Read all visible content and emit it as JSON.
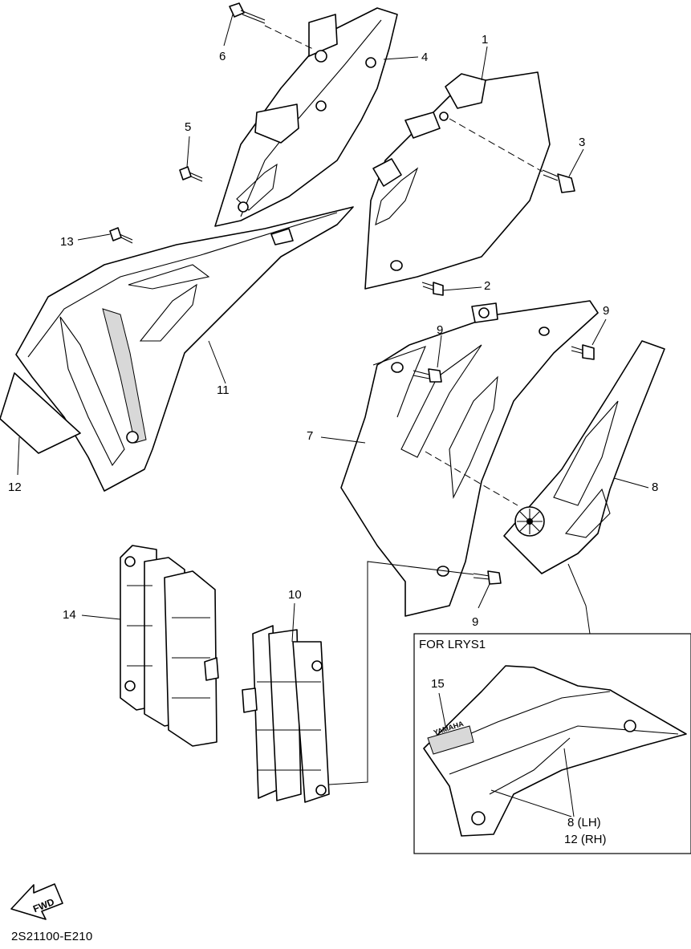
{
  "callouts": {
    "c1": "1",
    "c2": "2",
    "c3": "3",
    "c4": "4",
    "c5": "5",
    "c6": "6",
    "c7": "7",
    "c8": "8",
    "c9a": "9",
    "c9b": "9",
    "c9c": "9",
    "c10": "10",
    "c11": "11",
    "c12": "12",
    "c13": "13",
    "c14": "14"
  },
  "inset": {
    "title": "FOR LRYS1",
    "c15": "15",
    "c8lh": "8  (LH)",
    "c12rh": "12 (RH)",
    "brand_text": "YAMAHA"
  },
  "fwd_label": "FWD",
  "drawing_number": "2S21100-E210",
  "icons": [
    "fwd-arrow-icon",
    "yamaha-emblem-icon"
  ]
}
